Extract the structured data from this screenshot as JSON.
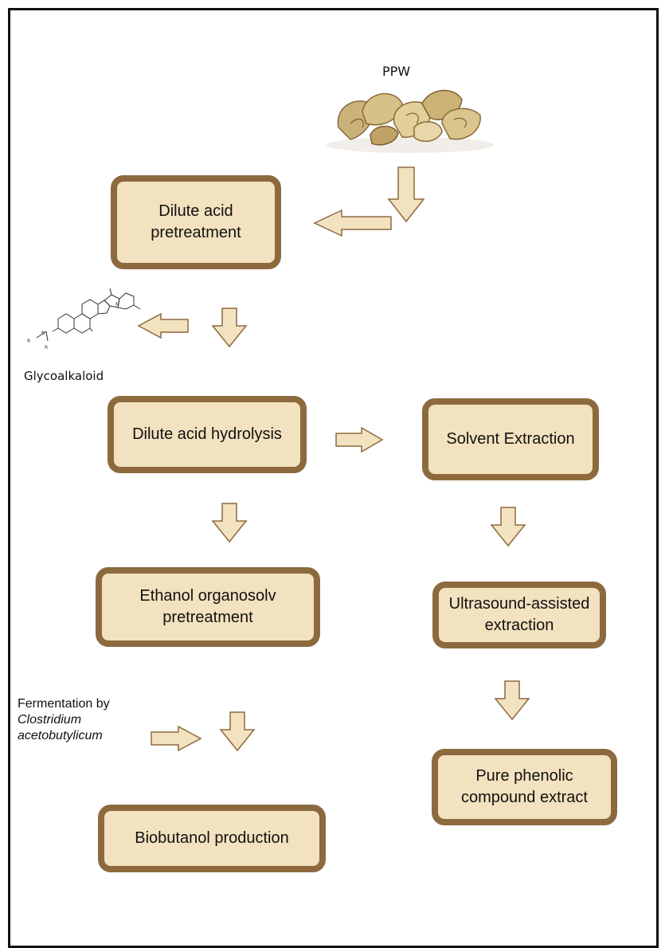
{
  "diagram": {
    "source_label": "PPW",
    "nodes": {
      "dilute_acid_pretreatment": "Dilute acid pretreatment",
      "dilute_acid_hydrolysis": "Dilute acid hydrolysis",
      "solvent_extraction": "Solvent Extraction",
      "ethanol_organosolv": "Ethanol organosolv pretreatment",
      "ultrasound_extraction": "Ultrasound-assisted extraction",
      "biobutanol_production": "Biobutanol production",
      "pure_phenolic_extract": "Pure phenolic compound extract"
    },
    "side_labels": {
      "glycoalkaloid": "Glycoalkaloid",
      "fermentation_line1": "Fermentation by",
      "fermentation_line2": "Clostridium",
      "fermentation_line3": "acetobutylicum"
    },
    "structure_atoms": {
      "r1": "R",
      "r2": "R",
      "r3": "R",
      "n": "N"
    }
  },
  "colors": {
    "box_fill": "#f3e2bf",
    "box_border": "#8d6a3e",
    "arrow_fill": "#f3e2bf",
    "arrow_stroke": "#8d6a3e"
  }
}
